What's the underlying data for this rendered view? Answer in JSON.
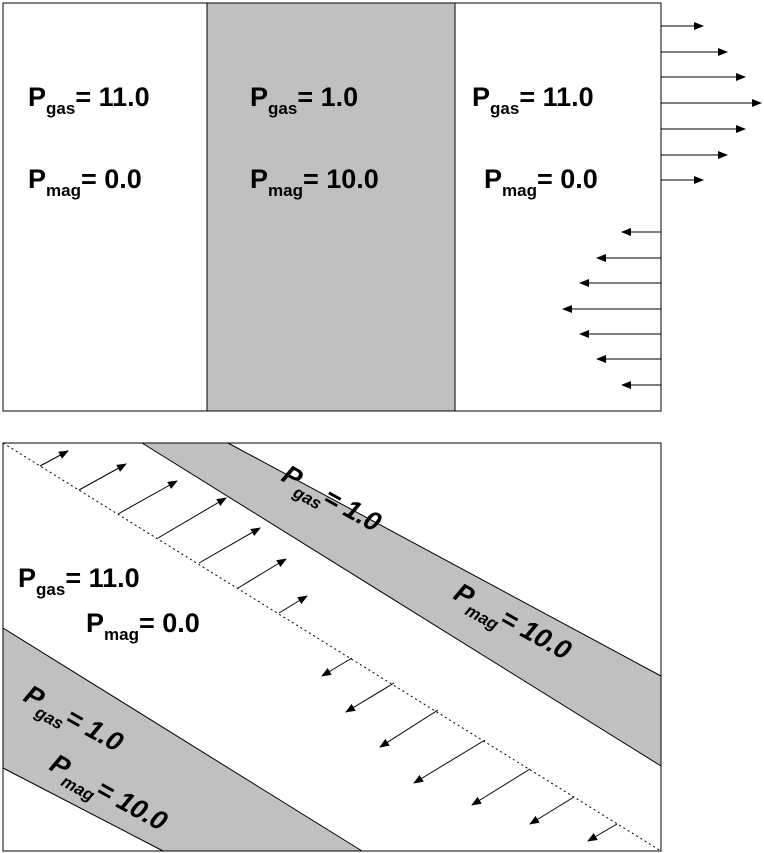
{
  "top_panel": {
    "regions": [
      {
        "p_gas": "P",
        "gas_sub": "gas",
        "gas_value": "= 11.0",
        "p_mag": "P",
        "mag_sub": "mag",
        "mag_value": "= 0.0",
        "shaded": false
      },
      {
        "p_gas": "P",
        "gas_sub": "gas",
        "gas_value": "= 1.0",
        "p_mag": "P",
        "mag_sub": "mag",
        "mag_value": "= 10.0",
        "shaded": true
      },
      {
        "p_gas": "P",
        "gas_sub": "gas",
        "gas_value": "= 11.0",
        "p_mag": "P",
        "mag_sub": "mag",
        "mag_value": "= 0.0",
        "shaded": false
      }
    ],
    "velocity_profile": {
      "right_pointing_lengths": [
        0.55,
        0.85,
        1.1,
        1.35,
        1.1,
        0.85,
        0.55
      ],
      "left_pointing_lengths": [
        0.35,
        0.6,
        0.85,
        1.2,
        0.85,
        0.6,
        0.35
      ]
    }
  },
  "bottom_panel": {
    "labels": {
      "upper_band": {
        "p": "P",
        "gas_sub": "gas",
        "gas_value": "= 1.0",
        "mag_sub": "mag",
        "mag_value": "= 10.0"
      },
      "middle": {
        "p": "P",
        "gas_sub": "gas",
        "gas_value": "= 11.0",
        "mag_sub": "mag",
        "mag_value": "= 0.0"
      },
      "lower_band": {
        "p": "P",
        "gas_sub": "gas",
        "gas_value": "= 1.0",
        "mag_sub": "mag",
        "mag_value": "= 10.0"
      }
    }
  },
  "colors": {
    "shade": "#c0c0c0",
    "line": "#000000",
    "background": "#ffffff"
  }
}
